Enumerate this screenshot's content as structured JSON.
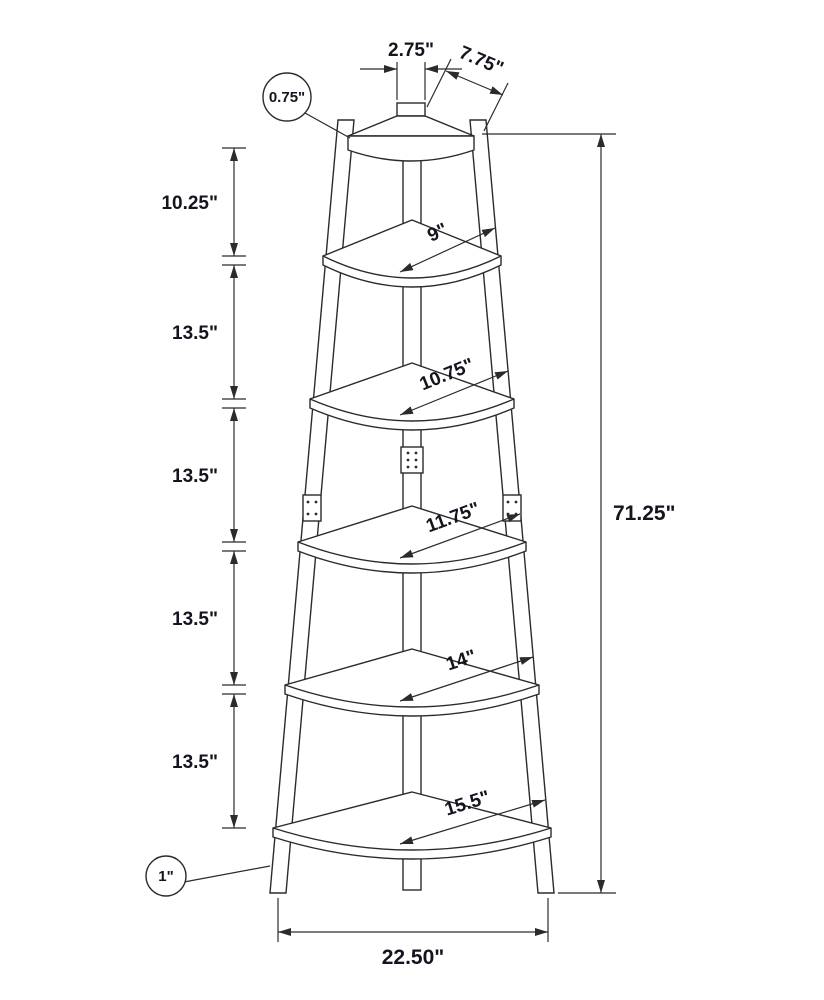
{
  "drawing": {
    "type": "corner-ladder-shelf-dimension-diagram",
    "units": "inches",
    "line_color": "#2b2b2b",
    "text_color": "#14141f",
    "background": "#ffffff",
    "top": {
      "width_label": "2.75\"",
      "depth_label": "7.75\"",
      "thickness_label": "0.75\""
    },
    "left_dimensions": [
      "10.25\"",
      "13.5\"",
      "13.5\"",
      "13.5\"",
      "13.5\""
    ],
    "shelves": [
      "9\"",
      "10.75\"",
      "11.75\"",
      "14\"",
      "15.5\""
    ],
    "total_height_label": "71.25\"",
    "base_width_label": "22.50\"",
    "leg_label": "1\""
  }
}
